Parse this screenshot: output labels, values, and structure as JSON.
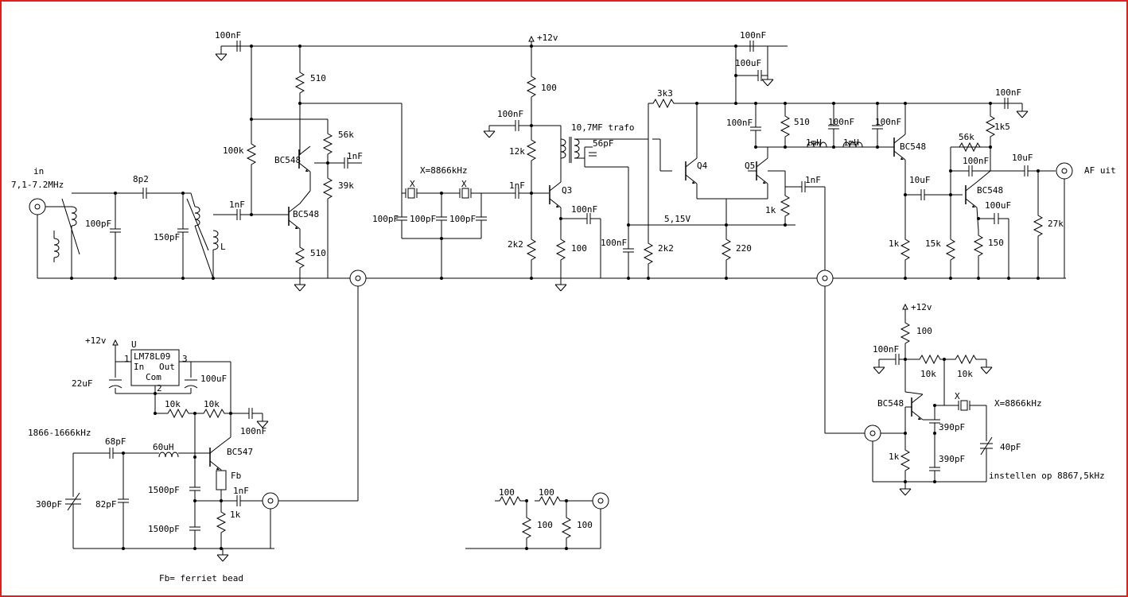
{
  "colors": {
    "border": "#e02020",
    "wire": "#000000",
    "background": "#ffffff"
  },
  "labels": {
    "in": "in",
    "band": "7,1-7.2MHz",
    "c_8p2": "8p2",
    "c_100pF_a": "100pF",
    "c_150pF": "150pF",
    "c_100nF_top": "100nF",
    "r_510_top": "510",
    "r_100k": "100k",
    "q_bc548_1": "BC548",
    "q_bc548_2": "BC548",
    "r_56k_1": "56k",
    "c_1nF_1": "1nF",
    "r_39k": "39k",
    "c_1nF_2": "1nF",
    "r_510_bot": "510",
    "l_mark": "L",
    "xtal_freq_1": "X=8866kHz",
    "x_mark_1": "X",
    "x_mark_2": "X",
    "c_xf_1": "100pF",
    "c_xf_2": "100pF",
    "c_xf_3": "100pF",
    "vcc_1": "+12v",
    "r_100_1": "100",
    "c_100nF_2": "100nF",
    "r_12k": "12k",
    "c_1nF_3": "1nF",
    "q3": "Q3",
    "r_2k2_1": "2k2",
    "r_100_2": "100",
    "c_100nF_3": "100nF",
    "trafo": "10,7MF trafo",
    "c_56pF": "56pF",
    "c_100nF_4": "100nF",
    "r_2k2_2": "2k2",
    "r_3k3": "3k3",
    "q4": "Q4",
    "q5": "Q5",
    "v_515": "5,15V",
    "r_220": "220",
    "r_1k_q5": "1k",
    "c_1nF_4": "1nF",
    "c_100nF_5": "100nF",
    "c_100uF_1": "100uF",
    "c_100nF_6": "100nF",
    "r_510_2": "510",
    "l_1mH_1": "1mH",
    "c_100nF_7": "100nF",
    "l_1mH_2": "1mH",
    "c_100nF_8": "100nF",
    "q_bc548_3": "BC548",
    "r_1k_e": "1k",
    "c_10uF_1": "10uF",
    "r_56k_2": "56k",
    "c_100nF_9": "100nF",
    "r_15k": "15k",
    "q_bc548_4": "BC548",
    "c_100nF_10": "100nF",
    "r_1k5": "1k5",
    "c_10uF_2": "10uF",
    "af_out": "AF uit",
    "r_27k": "27k",
    "c_100uF_2": "100uF",
    "r_150": "150",
    "vcc_2": "+12v",
    "u_mark": "U",
    "ic_name": "LM78L09",
    "ic_in": "In",
    "ic_out": "Out",
    "ic_com": "Com",
    "pin1": "1",
    "pin2": "2",
    "pin3": "3",
    "c_22uF": "22uF",
    "c_100uF_3": "100uF",
    "r_10k_1": "10k",
    "r_10k_2": "10k",
    "c_100nF_11": "100nF",
    "vfo_range": "1866-1666kHz",
    "c_68pF": "68pF",
    "l_60uH": "60uH",
    "q_bc547": "BC547",
    "fb_mark": "Fb",
    "c_300pF": "300pF",
    "c_82pF": "82pF",
    "c_1500pF_1": "1500pF",
    "c_1500pF_2": "1500pF",
    "c_1nF_5": "1nF",
    "r_1k_vfo": "1k",
    "fb_note": "Fb= ferriet bead",
    "r_100_att1": "100",
    "r_100_att2": "100",
    "r_100_att3": "100",
    "r_100_att4": "100",
    "vcc_3": "+12v",
    "r_100_bfo": "100",
    "c_100nF_12": "100nF",
    "r_10k_3": "10k",
    "r_10k_4": "10k",
    "q_bc548_5": "BC548",
    "x_mark_3": "X",
    "xtal_freq_2": "X=8866kHz",
    "c_390pF_1": "390pF",
    "c_390pF_2": "390pF",
    "r_1k_bfo": "1k",
    "c_40pF": "40pF",
    "bfo_note": "instellen op 8867,5kHz"
  }
}
